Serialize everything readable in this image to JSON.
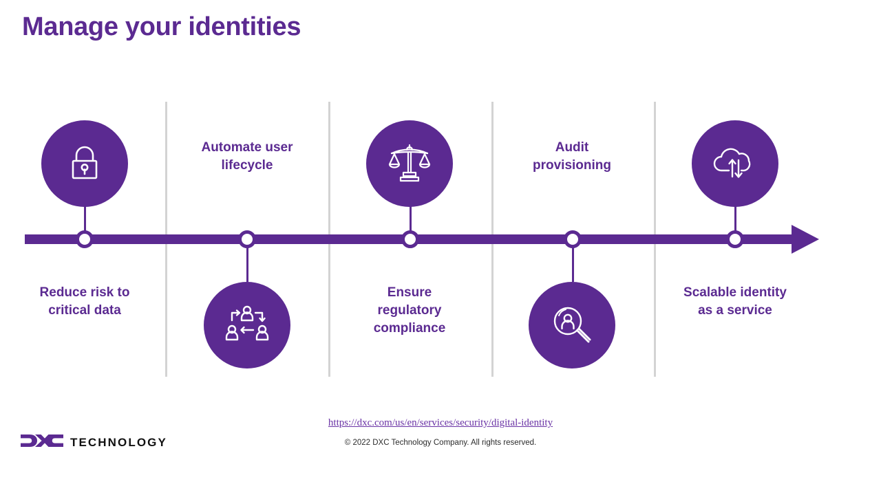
{
  "slide": {
    "title": "Manage your identities",
    "accent_color": "#5B2A91",
    "background_color": "#FFFFFF",
    "divider_color": "#D3D3D3"
  },
  "timeline": {
    "orientation": "horizontal",
    "arrow_direction": "right",
    "items": [
      {
        "id": 1,
        "label": "Reduce risk to\ncritical data",
        "label_line1": "Reduce risk to",
        "label_line2": "critical data",
        "position": "below",
        "icon": "padlock-icon",
        "has_icon_bubble": true,
        "bubble_position": "above"
      },
      {
        "id": 2,
        "label": "Automate user\nlifecycle",
        "label_line1": "Automate user",
        "label_line2": "lifecycle",
        "position": "above",
        "icon": "user-lifecycle-icon",
        "has_icon_bubble": true,
        "bubble_position": "below"
      },
      {
        "id": 3,
        "label": "Ensure\nregulatory\ncompliance",
        "label_line1": "Ensure",
        "label_line2": "regulatory",
        "label_line3": "compliance",
        "position": "below",
        "icon": "balance-scale-icon",
        "has_icon_bubble": true,
        "bubble_position": "above"
      },
      {
        "id": 4,
        "label": "Audit\nprovisioning",
        "label_line1": "Audit",
        "label_line2": "provisioning",
        "position": "above",
        "icon": "user-search-icon",
        "has_icon_bubble": true,
        "bubble_position": "below"
      },
      {
        "id": 5,
        "label": "Scalable identity\nas a service",
        "label_line1": "Scalable identity",
        "label_line2": "as a service",
        "position": "below",
        "icon": "cloud-sync-icon",
        "has_icon_bubble": true,
        "bubble_position": "above"
      }
    ]
  },
  "footer": {
    "link": "https://dxc.com/us/en/services/security/digital-identity",
    "copyright": "© 2022 DXC Technology Company. All rights reserved."
  },
  "logo": {
    "mark": "dxc-logo-mark",
    "wordmark": "TECHNOLOGY",
    "mark_color": "#5B2A91",
    "wordmark_color": "#111111"
  }
}
